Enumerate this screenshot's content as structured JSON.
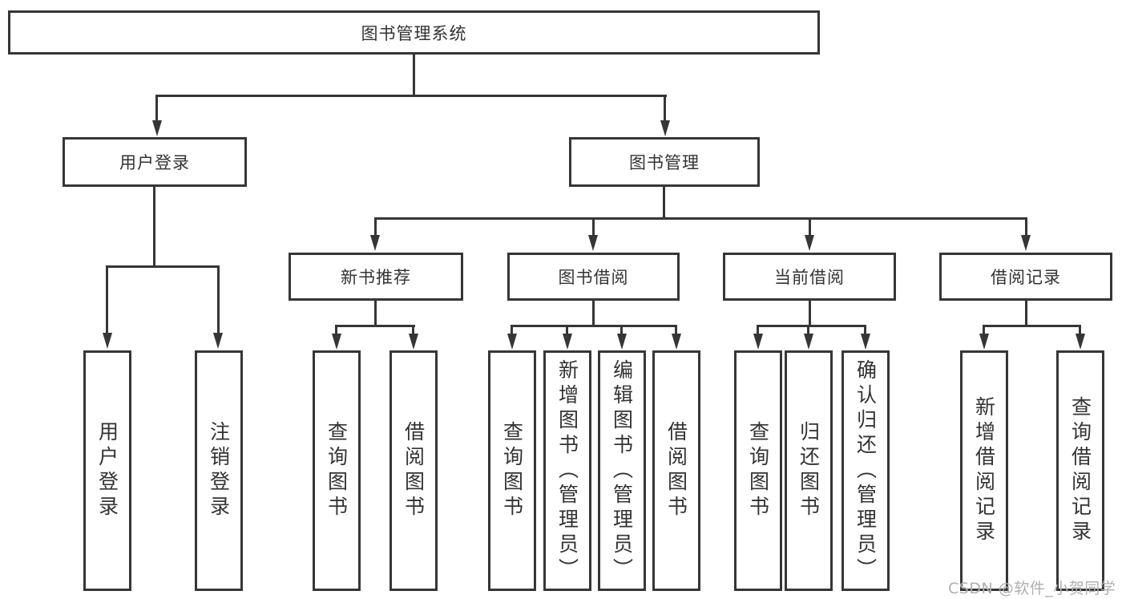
{
  "diagram": {
    "type": "tree-diagram",
    "root": {
      "label": "图书管理系统",
      "children": [
        {
          "label": "用户登录",
          "children": [
            {
              "label": "用户登录"
            },
            {
              "label": "注销登录"
            }
          ]
        },
        {
          "label": "图书管理",
          "children": [
            {
              "label": "新书推荐",
              "children": [
                {
                  "label": "查询图书"
                },
                {
                  "label": "借阅图书"
                }
              ]
            },
            {
              "label": "图书借阅",
              "children": [
                {
                  "label": "查询图书"
                },
                {
                  "label": "新增图书（管理员）"
                },
                {
                  "label": "编辑图书（管理员）"
                },
                {
                  "label": "借阅图书"
                }
              ]
            },
            {
              "label": "当前借阅",
              "children": [
                {
                  "label": "查询图书"
                },
                {
                  "label": "归还图书"
                },
                {
                  "label": "确认归还（管理员）"
                }
              ]
            },
            {
              "label": "借阅记录",
              "children": [
                {
                  "label": "新增借阅记录"
                },
                {
                  "label": "查询借阅记录"
                }
              ]
            }
          ]
        }
      ]
    },
    "colors": {
      "line": "#363636",
      "text": "#333333",
      "background": "#ffffff",
      "watermark": "#b0b0b0"
    }
  },
  "watermark": {
    "text": "CSDN @软件_小贺同学"
  }
}
